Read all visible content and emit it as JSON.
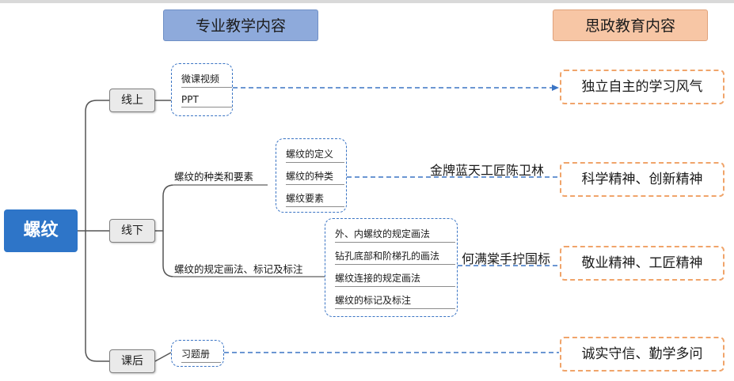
{
  "headers": {
    "professional": "专业教学内容",
    "ideological": "思政教育内容"
  },
  "root": {
    "label": "螺纹"
  },
  "branches": {
    "online": {
      "label": "线上",
      "items": [
        "微课视频",
        "PPT"
      ],
      "value": "独立自主的学习风气"
    },
    "offline": {
      "label": "线下",
      "topics": [
        {
          "label": "螺纹的种类和要素",
          "items": [
            "螺纹的定义",
            "螺纹的种类",
            "螺纹要素"
          ],
          "person": "金牌蓝天工匠陈卫林",
          "value": "科学精神、创新精神"
        },
        {
          "label": "螺纹的规定画法、标记及标注",
          "items": [
            "外、内螺纹的规定画法",
            "钻孔底部和阶梯孔的画法",
            "螺纹连接的规定画法",
            "螺纹的标记及标注"
          ],
          "person": "何满棠手拧国标",
          "value": "敬业精神、工匠精神"
        }
      ]
    },
    "after": {
      "label": "课后",
      "items": [
        "习题册"
      ],
      "value": "诚实守信、勤学多问"
    }
  },
  "colors": {
    "root_fill": "#2e75c8",
    "left_header_fill": "#8eaadb",
    "right_header_fill": "#f7c6a5",
    "dashed_connector": "#3a74c4",
    "value_box_border": "#f0a46a"
  }
}
